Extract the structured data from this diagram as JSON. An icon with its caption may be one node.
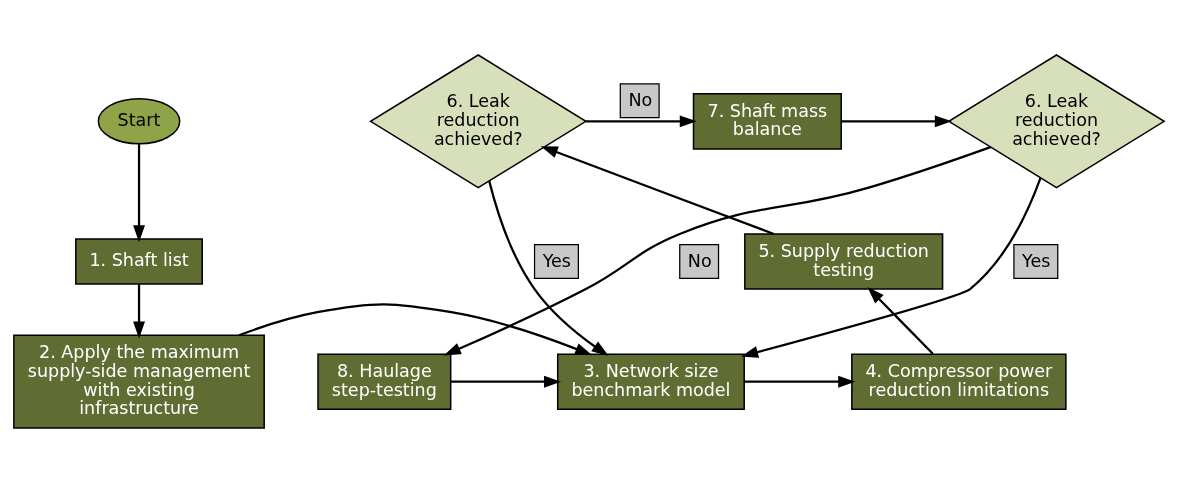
{
  "diagram": {
    "nodes": [
      {
        "text": [
          "Start"
        ]
      },
      {
        "text": [
          "1. Shaft list"
        ]
      },
      {
        "text": [
          "2. Apply the maximum supply-side management with existing infrastructure"
        ]
      },
      {
        "text": [
          "3. Network size benchmark model"
        ]
      },
      {
        "text": [
          "4. Compressor power reduction limitations"
        ]
      },
      {
        "text": [
          "5. Supply reduction testing"
        ]
      },
      {
        "text": [
          "6. Leak reduction achieved?"
        ]
      },
      {
        "text": [
          "7. Shaft mass balance"
        ]
      },
      {
        "text": [
          "6. Leak reduction achieved?"
        ]
      },
      {
        "text": [
          "8. Haulage step-testing"
        ]
      }
    ],
    "edges": [
      {
        "from": 0,
        "to": 1,
        "arrow": "to"
      },
      {
        "from": 1,
        "to": 2,
        "arrow": "to"
      },
      {
        "from": 2,
        "to": 3,
        "arrow": "to"
      },
      {
        "from": 3,
        "to": 4,
        "arrow": "to"
      },
      {
        "from": 4,
        "to": 5,
        "arrow": "to"
      },
      {
        "from": 5,
        "to": 6,
        "arrow": "to"
      },
      {
        "from": 6,
        "to": 3,
        "arrow": "to",
        "label": "Yes"
      },
      {
        "from": 6,
        "to": 7,
        "arrow": "to",
        "label": "No"
      },
      {
        "from": 7,
        "to": 8,
        "arrow": "to"
      },
      {
        "from": 8,
        "to": 3,
        "arrow": "to",
        "label": "Yes"
      },
      {
        "from": 8,
        "to": 9,
        "arrow": "to",
        "label": "No"
      },
      {
        "from": 9,
        "to": 3,
        "arrow": "to"
      }
    ]
  }
}
